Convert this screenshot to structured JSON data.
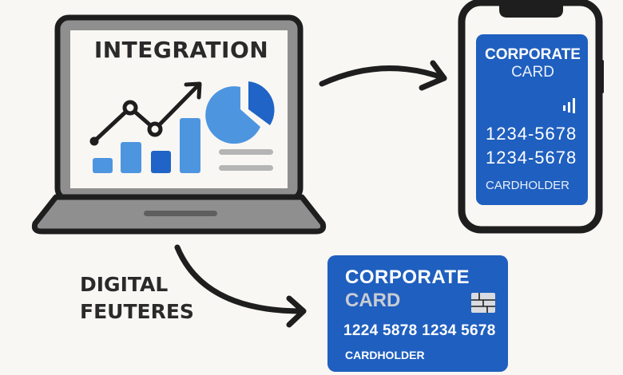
{
  "laptop": {
    "screen_title": "INTEGRATION",
    "bar_chart": {
      "bars": 4,
      "colors": [
        "#4e95e0",
        "#4e95e0",
        "#1f64c6",
        "#4e95e0"
      ]
    },
    "pie_chart": {
      "colors": [
        "#4e95e0",
        "#1f64c6"
      ]
    }
  },
  "phone": {
    "card_title_line1": "CORPORATE",
    "card_title_line2": "CARD",
    "card_number_line1": "1234-5678",
    "card_number_line2": "1234-5678",
    "cardholder": "CARDHOLDER",
    "icon": "signal-icon"
  },
  "physical_card": {
    "title_line1": "CORPORATE",
    "title_line2": "CARD",
    "number": "1224 5878 1234 5678",
    "cardholder": "CARDHOLDER",
    "icon": "chip-icon"
  },
  "label": {
    "line1": "DIGITAL",
    "line2": "FEUTERES"
  },
  "colors": {
    "background": "#f9f7f3",
    "card_blue": "#1f5fbf",
    "light_blue": "#4e95e0",
    "outline": "#1e1e1e",
    "laptop_gray": "#8f8f8f"
  }
}
